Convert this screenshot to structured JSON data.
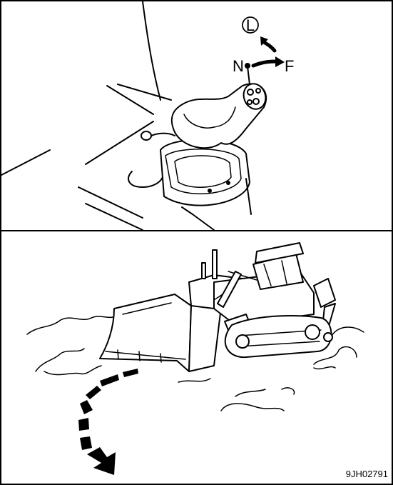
{
  "labels": {
    "left": "L",
    "neutral": "N",
    "forward": "F"
  },
  "figure_id": "9JH02791",
  "colors": {
    "ink": "#000000",
    "paper": "#ffffff"
  }
}
